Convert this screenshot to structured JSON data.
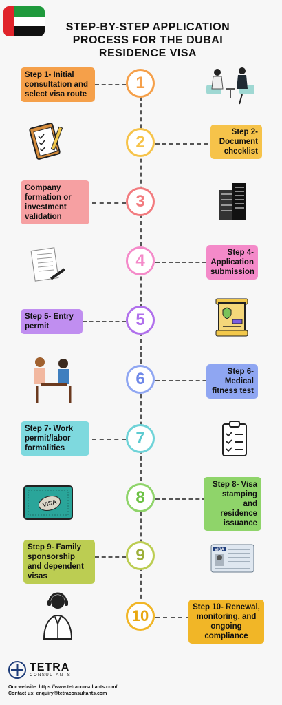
{
  "title": "STEP-BY-STEP APPLICATION PROCESS FOR THE DUBAI RESIDENCE VISA",
  "colors": {
    "orange": "#f5a04a",
    "yellow": "#f6c34a",
    "pink": "#f6a0a2",
    "magenta": "#f48ac9",
    "purple": "#c08ef0",
    "blue": "#8fa6f2",
    "teal": "#7ed9de",
    "green": "#8fd46a",
    "olive": "#bccd52",
    "gold": "#f1b627"
  },
  "steps": [
    {
      "number": "1",
      "label": "Step 1- Initial consultation and select visa route",
      "icon": "consultation-icon"
    },
    {
      "number": "2",
      "label": "Step 2- Document checklist",
      "icon": "clipboard-checklist-icon"
    },
    {
      "number": "3",
      "label": "Company formation or investment validation",
      "icon": "office-building-icon"
    },
    {
      "number": "4",
      "label": "Step 4- Application submission",
      "icon": "document-pen-icon"
    },
    {
      "number": "5",
      "label": "Step 5- Entry permit",
      "icon": "permit-document-icon"
    },
    {
      "number": "6",
      "label": "Step 6- Medical fitness test",
      "icon": "medical-exam-icon"
    },
    {
      "number": "7",
      "label": "Step 7- Work permit/labor formalities",
      "icon": "checklist-icon"
    },
    {
      "number": "8",
      "label": "Step 8- Visa stamping and residence issuance",
      "icon": "visa-stamp-icon"
    },
    {
      "number": "9",
      "label": "Step 9- Family sponsorship and dependent visas",
      "icon": "visa-card-icon"
    },
    {
      "number": "10",
      "label": "Step 10- Renewal, monitoring, and ongoing compliance",
      "icon": "support-agent-icon"
    }
  ],
  "footer": {
    "brand": "TETRA",
    "brand_sub": "CONSULTANTS",
    "website": "Our website: https://www.tetraconsultants.com/",
    "contact": "Contact us: enquiry@tetraconsultants.com"
  }
}
